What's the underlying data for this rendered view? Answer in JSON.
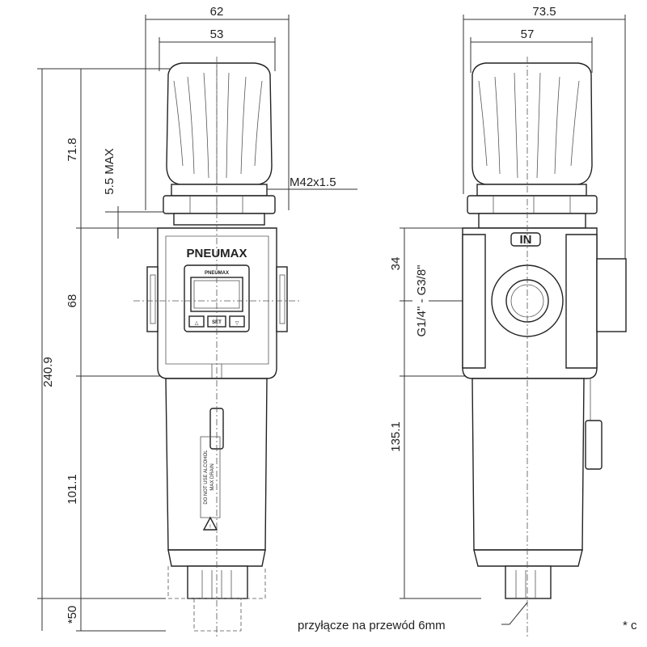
{
  "left_view": {
    "dims": {
      "top_outer": "62",
      "top_inner": "53",
      "height_total": "240.9",
      "h_knob": "71.8",
      "h_nut": "5.5 MAX",
      "h_body": "68",
      "h_bowl": "101.1",
      "h_drain": "*50",
      "thread": "M42x1.5"
    },
    "brand": "PNEUMAX",
    "display": {
      "brand": "PNEUMAX",
      "btn_down": "△",
      "btn_set": "SET",
      "btn_up": "▽"
    },
    "bowl_warning_1": "DO NOT USE ALCOHOL",
    "bowl_warning_2": "MAX DRAIN",
    "warning_symbol": "!"
  },
  "right_view": {
    "dims": {
      "top_outer": "73.5",
      "top_inner": "57",
      "h_port": "34",
      "h_bowl": "135.1",
      "port_thread": "G1/4\" - G3/8\""
    },
    "in_label": "IN",
    "connection_note": "przyłącze na przewód 6mm",
    "footnote_fragment": "* c"
  }
}
